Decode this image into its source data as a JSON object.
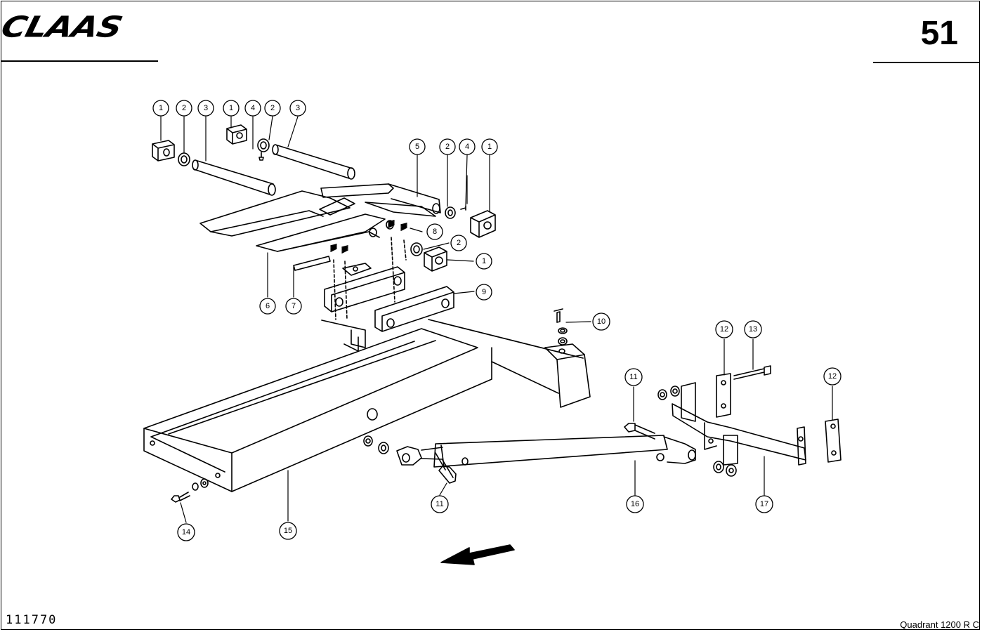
{
  "header": {
    "brand": "CLAAS",
    "page_number": "51"
  },
  "footer": {
    "reference_number": "111770",
    "model": "Quadrant 1200 R C"
  },
  "callouts": {
    "c1a": "1",
    "c2a": "2",
    "c3a": "3",
    "c1b": "1",
    "c4a": "4",
    "c2b": "2",
    "c3b": "3",
    "c5": "5",
    "c2c": "2",
    "c4b": "4",
    "c1c": "1",
    "c8": "8",
    "c2d": "2",
    "c1d": "1",
    "c6": "6",
    "c7": "7",
    "c9": "9",
    "c10": "10",
    "c11a": "11",
    "c12a": "12",
    "c13": "13",
    "c12b": "12",
    "c11b": "11",
    "c14": "14",
    "c15": "15",
    "c16": "16",
    "c17": "17"
  }
}
